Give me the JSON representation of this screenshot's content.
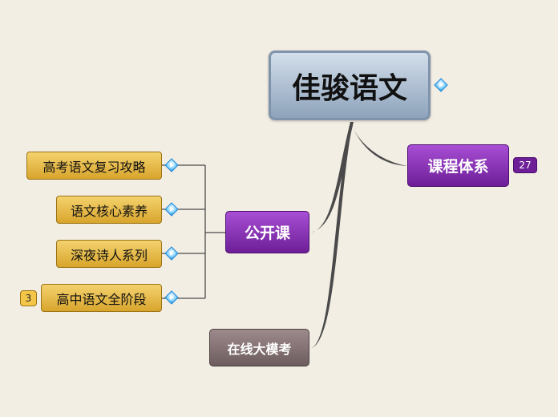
{
  "root": {
    "label": "佳骏语文"
  },
  "main_topics": [
    {
      "label": "课程体系",
      "badge": "27"
    },
    {
      "label": "公开课"
    },
    {
      "label": "在线大模考"
    }
  ],
  "subtopics": [
    {
      "label": "高考语文复习攻略"
    },
    {
      "label": "语文核心素养"
    },
    {
      "label": "深夜诗人系列"
    },
    {
      "label": "高中语文全阶段",
      "badge": "3"
    }
  ],
  "colors": {
    "background": "#f3eee4",
    "root_fill": "#9fb2c8",
    "main_topic_purple": "#8a35b6",
    "subtopic_gold": "#e9bb48",
    "gray_topic": "#836f71",
    "connector": "#4a4a4a",
    "marker": "#3aa3e8"
  },
  "icons": {
    "link_marker": "diamond-link-marker-icon"
  }
}
